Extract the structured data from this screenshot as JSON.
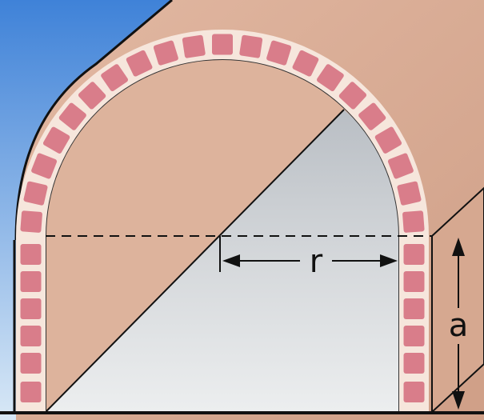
{
  "diagram": {
    "labels": {
      "radius": "r",
      "wall_height": "a"
    },
    "brick_count": 33,
    "colors": {
      "sky_top": "#3f82d8",
      "sky_bottom": "#d8e8f6",
      "tunnel_body": "#dcae96",
      "tunnel_shade": "#cfa088",
      "interior_floor": "#e7e9ea",
      "interior_wall": "#c9cdd1",
      "brick": "#d97d8a",
      "mortar": "#f6e6dc",
      "outline": "#111111"
    }
  }
}
